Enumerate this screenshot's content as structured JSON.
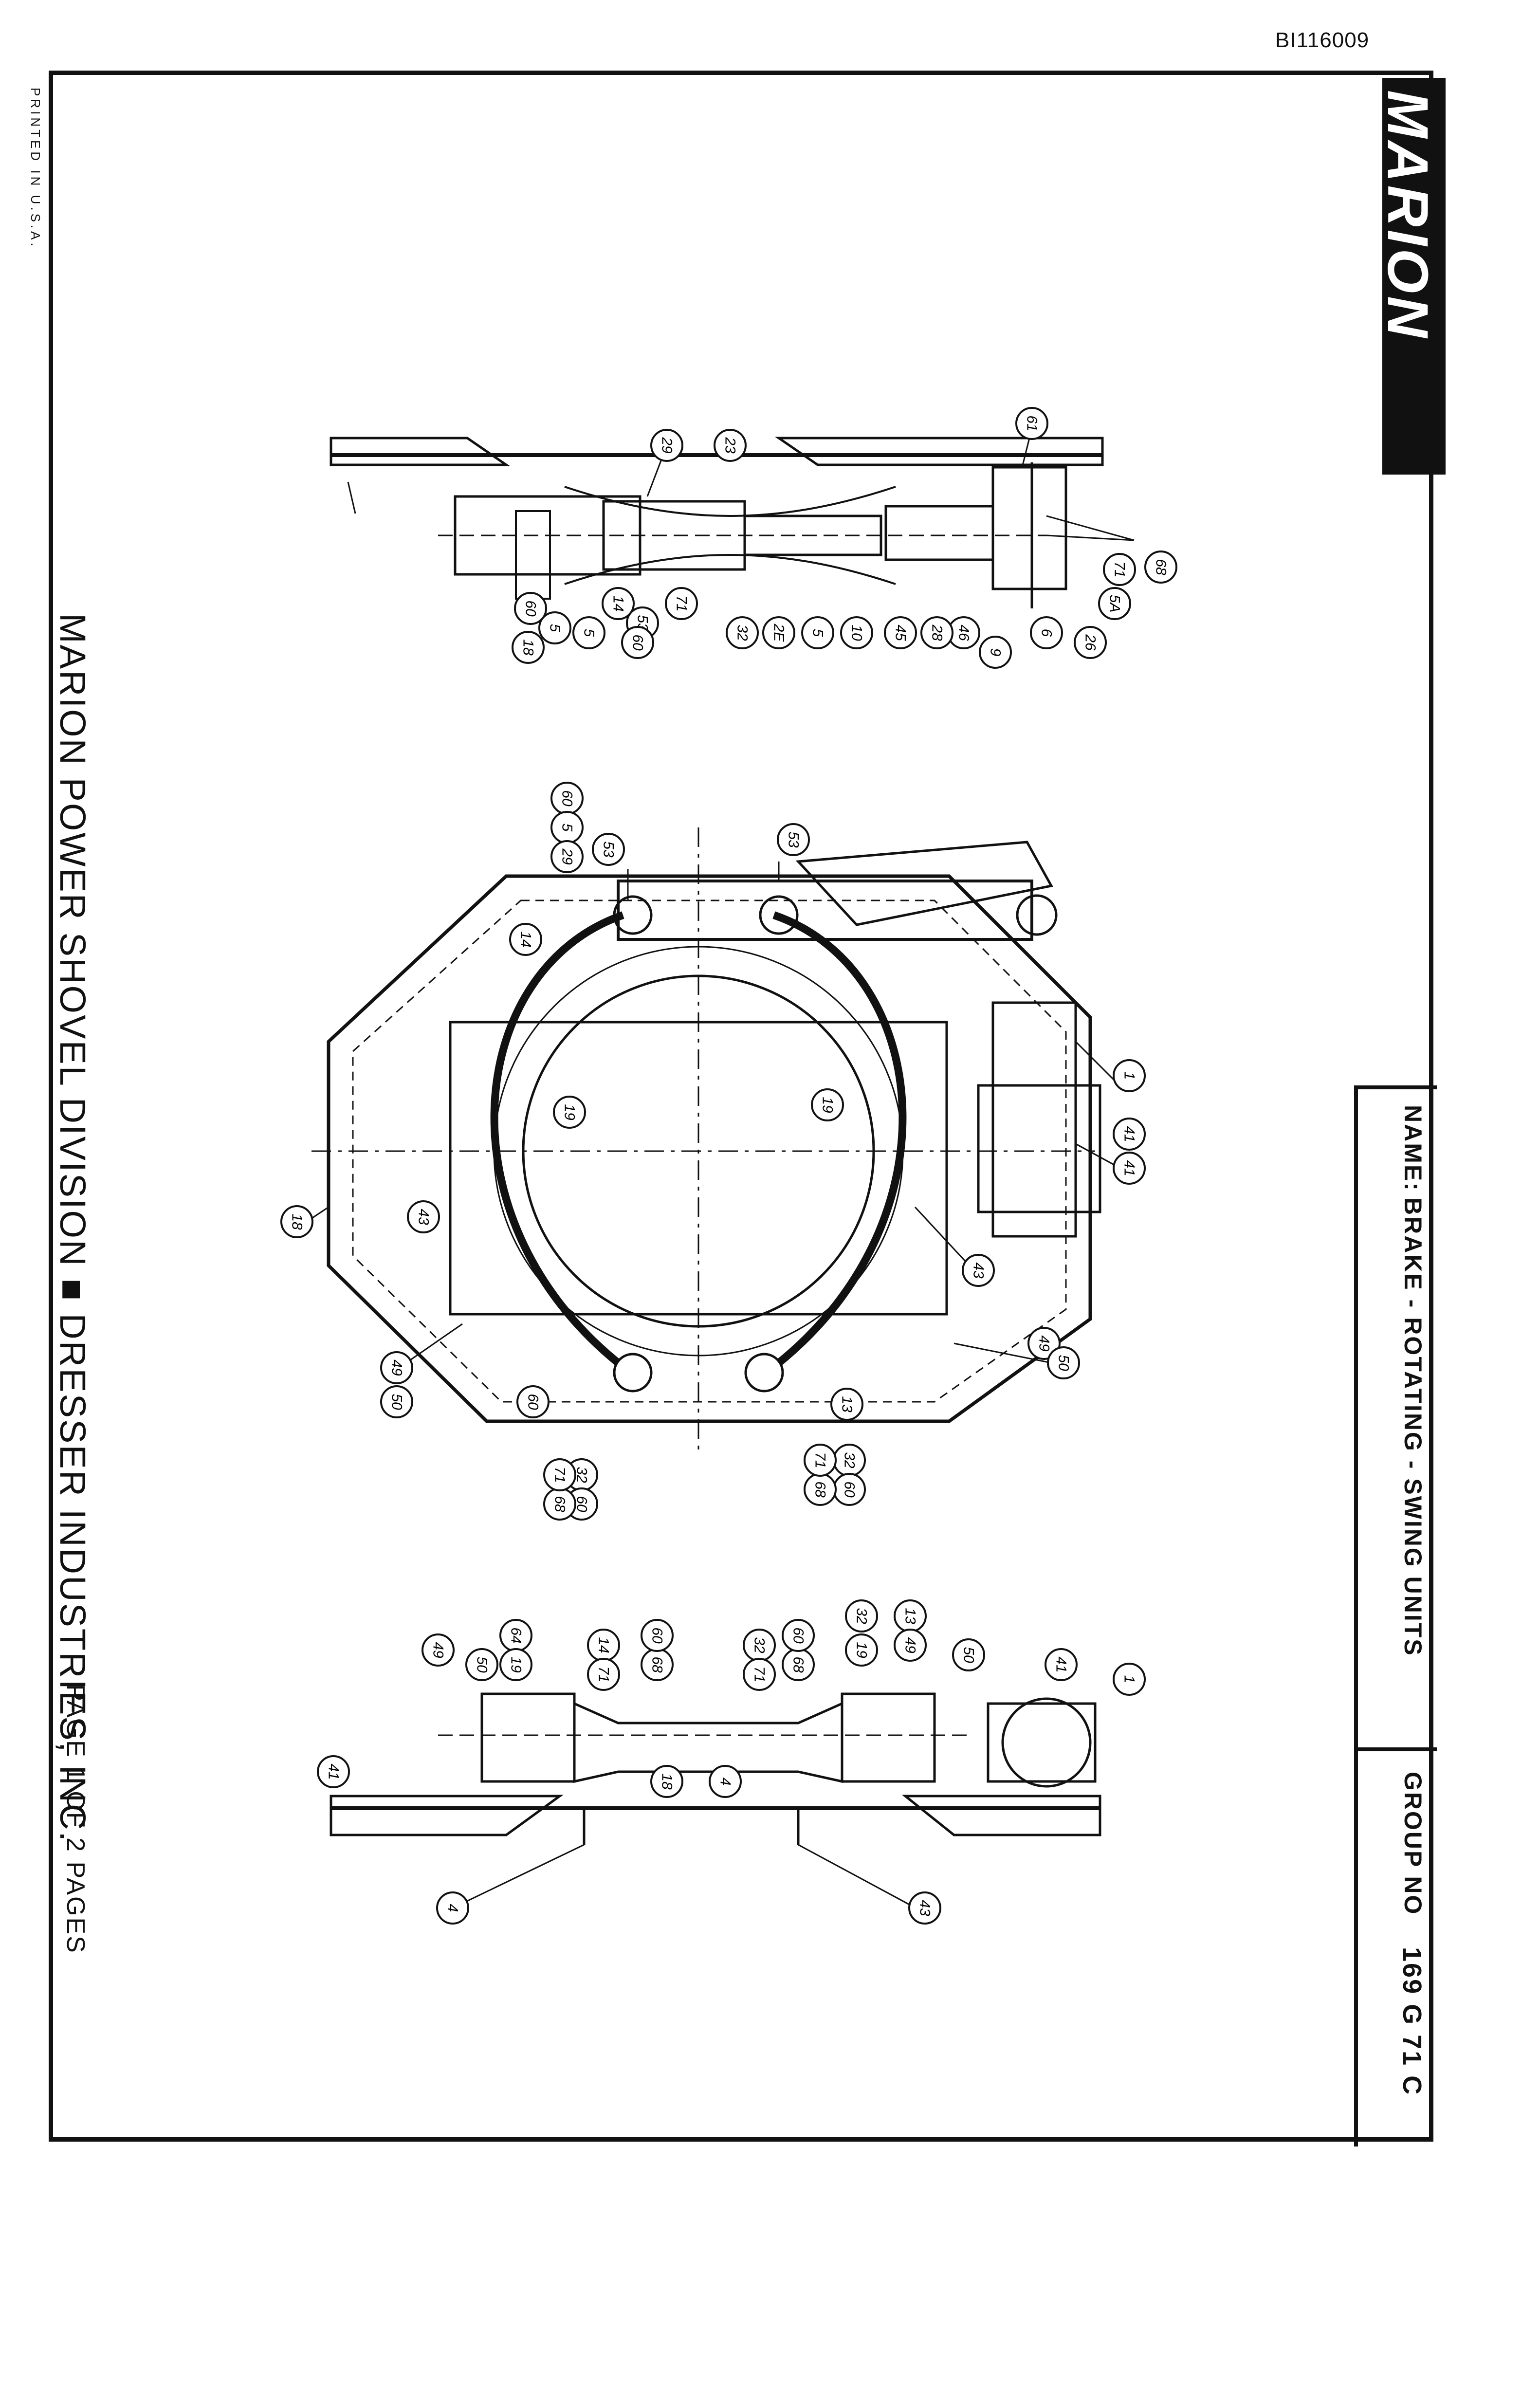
{
  "document": {
    "id": "BI116009",
    "printed_note": "PRINTED IN U.S.A.",
    "division_line": "MARION POWER SHOVEL DIVISION ■ DRESSER INDUSTRIES, INC.",
    "page_text": "PAGE 1 OF 2 PAGES"
  },
  "logo": {
    "brand": "MARION",
    "sub": "DRESSER"
  },
  "title_block": {
    "name_label": "NAME:",
    "name_value": "BRAKE - ROTATING - SWING UNITS",
    "group_label": "GROUP NO",
    "group_value": "169 G 71 C"
  },
  "callouts": {
    "top_view": [
      "29",
      "23",
      "61",
      "68",
      "71",
      "5A",
      "26",
      "6",
      "9",
      "46",
      "28",
      "45",
      "10",
      "5",
      "2E",
      "32",
      "71",
      "53",
      "60",
      "5",
      "14",
      "18",
      "60",
      "5"
    ],
    "center_view": [
      "60",
      "5",
      "29",
      "53",
      "53",
      "14",
      "1",
      "19",
      "19",
      "41",
      "41",
      "18",
      "43",
      "43",
      "60",
      "49",
      "50",
      "49",
      "50",
      "13",
      "32",
      "60",
      "68",
      "71",
      "32",
      "60",
      "68",
      "71"
    ],
    "bottom_view": [
      "49",
      "50",
      "64",
      "19",
      "14",
      "71",
      "68",
      "60",
      "32",
      "71",
      "68",
      "60",
      "32",
      "19",
      "13",
      "49",
      "50",
      "41",
      "1",
      "41",
      "18",
      "4",
      "4",
      "43",
      "43"
    ]
  }
}
